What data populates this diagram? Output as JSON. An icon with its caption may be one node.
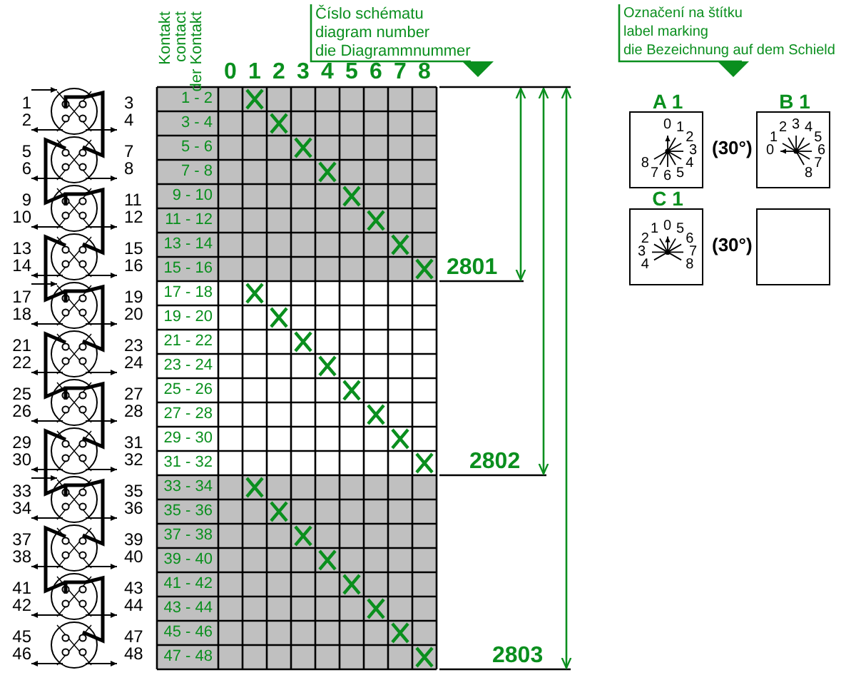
{
  "diagram": {
    "nodes": [
      {
        "text": [
          "A 1",
          "0",
          "1",
          "2",
          "3",
          "4",
          "5",
          "6",
          "7",
          "8"
        ]
      },
      {
        "text": [
          "B 1",
          "0",
          "1",
          "2",
          "3",
          "4",
          "5",
          "6",
          "7",
          "8"
        ]
      },
      {
        "text": [
          "C 1",
          "0",
          "1",
          "2",
          "3",
          "4",
          "5",
          "6",
          "7",
          "8"
        ]
      },
      {
        "text": [],
        "shape": "box"
      }
    ],
    "labels": [
      "Kontakt",
      "contact",
      "der Kontakt",
      "0",
      "1",
      "2",
      "3",
      "4",
      "5",
      "6",
      "7",
      "8",
      "1 - 2",
      "3 - 4",
      "5 - 6",
      "7 - 8",
      "9 - 10",
      "11 - 12",
      "13 - 14",
      "15 - 16",
      "17 - 18",
      "19 - 20",
      "21 - 22",
      "23 - 24",
      "25 - 26",
      "27 - 28",
      "29 - 30",
      "31 - 32",
      "33 - 34",
      "35 - 36",
      "37 - 38",
      "39 - 40",
      "41 - 42",
      "43 - 44",
      "45 - 46",
      "47 - 48",
      "Číslo schématu",
      "diagram number",
      "die Diagrammnummer",
      "2801",
      "2802",
      "2803",
      "Označení na štítku",
      "label marking",
      "die Bezeichnung auf dem Schield",
      "(30°)",
      "(30°)",
      "1",
      "2",
      "3",
      "4",
      "5",
      "6",
      "7",
      "8",
      "9",
      "10",
      "11",
      "12",
      "13",
      "14",
      "15",
      "16",
      "17",
      "18",
      "19",
      "20",
      "21",
      "22",
      "23",
      "24",
      "25",
      "26",
      "27",
      "28",
      "29",
      "30",
      "31",
      "32",
      "33",
      "34",
      "35",
      "36",
      "37",
      "38",
      "39",
      "40",
      "41",
      "42",
      "43",
      "44",
      "45",
      "46",
      "47",
      "48"
    ]
  }
}
